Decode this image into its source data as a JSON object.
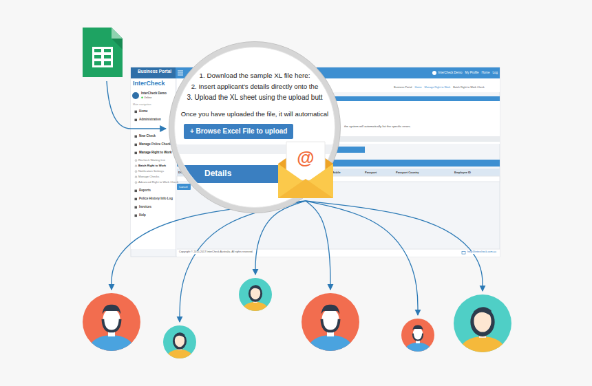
{
  "diagram": {
    "nodes": [
      {
        "text": [
          "1. Download the sample XL file here:",
          "2. Insert applicant's details directly onto the",
          "3. Upload the XL sheet using the upload butt",
          "Once you have uploaded the file, it will automatical",
          "Details"
        ]
      },
      {
        "text": [
          "+ Browse Excel File to upload"
        ],
        "in": 0
      },
      {
        "text": [
          "@"
        ]
      }
    ],
    "labels": [
      "Business Portal",
      "InterCheck",
      "InterCheck Demo",
      "Online",
      "Main navigation",
      "Home",
      "Administration",
      "New Check",
      "Manage Police Checks",
      "Manage Right to Work",
      "Recheck Waiting List",
      "Batch Right to Work",
      "Notification Settings",
      "Manage Checks",
      "Advanced Right to Work Check",
      "Reports",
      "Police History Info Log",
      "Invoices",
      "Help",
      "InterCheck Demo",
      "My Profile",
      "Home",
      "Log",
      "Business Portal",
      "Home",
      "Manage Right to Work",
      "Batch Right to Work Check",
      "the system will automatically list the specific errors.",
      "DOB",
      "Mobile",
      "Passport",
      "Passport Country",
      "Employee ID",
      "Cancel",
      "Copyright © 2015-2017 InterCheck Australia. All rights reserved.",
      "help@intercheck.com.au"
    ]
  }
}
